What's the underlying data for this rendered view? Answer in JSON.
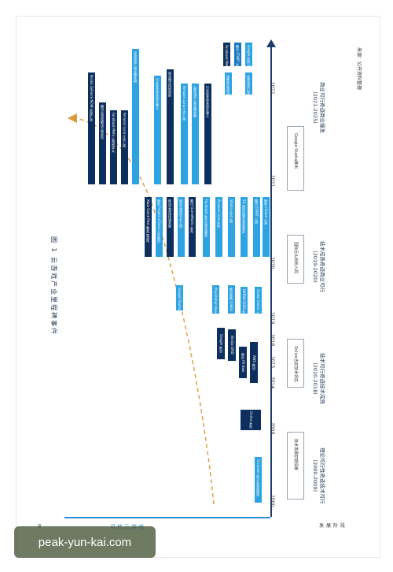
{
  "figure_title": "图 1  云游戏产业里程碑事件",
  "page_number": "8",
  "side_tag": "可信云游戏",
  "bottom_label": "发展阶段",
  "source": "来源：公开资料整理",
  "years": [
    "2000",
    "2009",
    "2014",
    "2015",
    "2018",
    "2019",
    "2020",
    "2021",
    "2022"
  ],
  "eras": [
    {
      "name": "理论可行性奇迹技术可行",
      "years": "(2000-2009)",
      "box": "技术发展初期探索"
    },
    {
      "name": "技术可行奇迹技术成熟",
      "years": "(2010-2018)",
      "box": "Onlive当初技术领先"
    },
    {
      "name": "技术成熟奇迹商业可行",
      "years": "(2019-2020)",
      "box": "国际巨头纷纷入局"
    },
    {
      "name": "商业可行奇迹商业爆发",
      "years": "(2021-2025)",
      "box": "Google Stadia推出"
    }
  ],
  "bars": [
    {
      "text": "G-cluster 创立云游戏服务",
      "tone": "light"
    },
    {
      "text": "Gaikai Onlive 公测",
      "tone": "dark"
    },
    {
      "text": "NVIDIA GRID 发布",
      "tone": "dark"
    },
    {
      "text": "索尼收购 Gaikai",
      "tone": "dark"
    },
    {
      "text": "PlayStation Now 上线",
      "tone": "dark"
    },
    {
      "text": "Google Stadia 发布",
      "tone": "light"
    },
    {
      "text": "微软 xCloud 公测",
      "tone": "light"
    },
    {
      "text": "腾讯 START 上线",
      "tone": "light"
    },
    {
      "text": "5G 商用加速云游戏普及",
      "tone": "light"
    },
    {
      "text": "Stadia 正式上线",
      "tone": "light"
    },
    {
      "text": "Amazon Luna 发布",
      "tone": "light"
    },
    {
      "text": "Facebook 发布云游戏服务",
      "tone": "light"
    },
    {
      "text": "腾讯 GameMatrix 发布",
      "tone": "light"
    },
    {
      "text": "网易云游戏平台上线",
      "tone": "light"
    },
    {
      "text": "移动云游戏快速发展",
      "tone": "light"
    },
    {
      "text": "微软 Project xCloud 正式商用",
      "tone": "dark"
    },
    {
      "text": "Xbox Game Pass 整合云游戏",
      "tone": "light"
    },
    {
      "text": "Facebook Meta 加码云游戏",
      "tone": "dark"
    },
    {
      "text": "腾讯 START 云游戏开放",
      "tone": "light"
    },
    {
      "text": "Google 关闭 Stadia 工作室",
      "tone": "light"
    },
    {
      "text": "运营商云游戏业务加速",
      "tone": "light"
    },
    {
      "text": "云游戏用户规模持续扩大",
      "tone": "dark"
    },
    {
      "text": "Nvidia GeForce NOW 全球扩张",
      "tone": "dark"
    },
    {
      "text": "腾讯云游戏解决方案发布",
      "tone": "mid"
    },
    {
      "text": "Facebook Meta 云游戏平台",
      "tone": "mid"
    },
    {
      "text": "Amazon Luna 正式上线",
      "tone": "dark"
    },
    {
      "text": "云游戏进入商业爆发期",
      "tone": "dark"
    },
    {
      "text": "行业标准体系逐步建立",
      "tone": "light"
    },
    {
      "text": "商业模式持续创新",
      "tone": "light"
    }
  ],
  "squares": [
    {
      "text": "Onlive 发布"
    },
    {
      "text": "AWS 推出"
    },
    {
      "text": "索尼 PS Now"
    },
    {
      "text": "Nvidia GRID"
    },
    {
      "text": "Google 推出"
    }
  ],
  "watermark": "peak-yun-kai.com"
}
